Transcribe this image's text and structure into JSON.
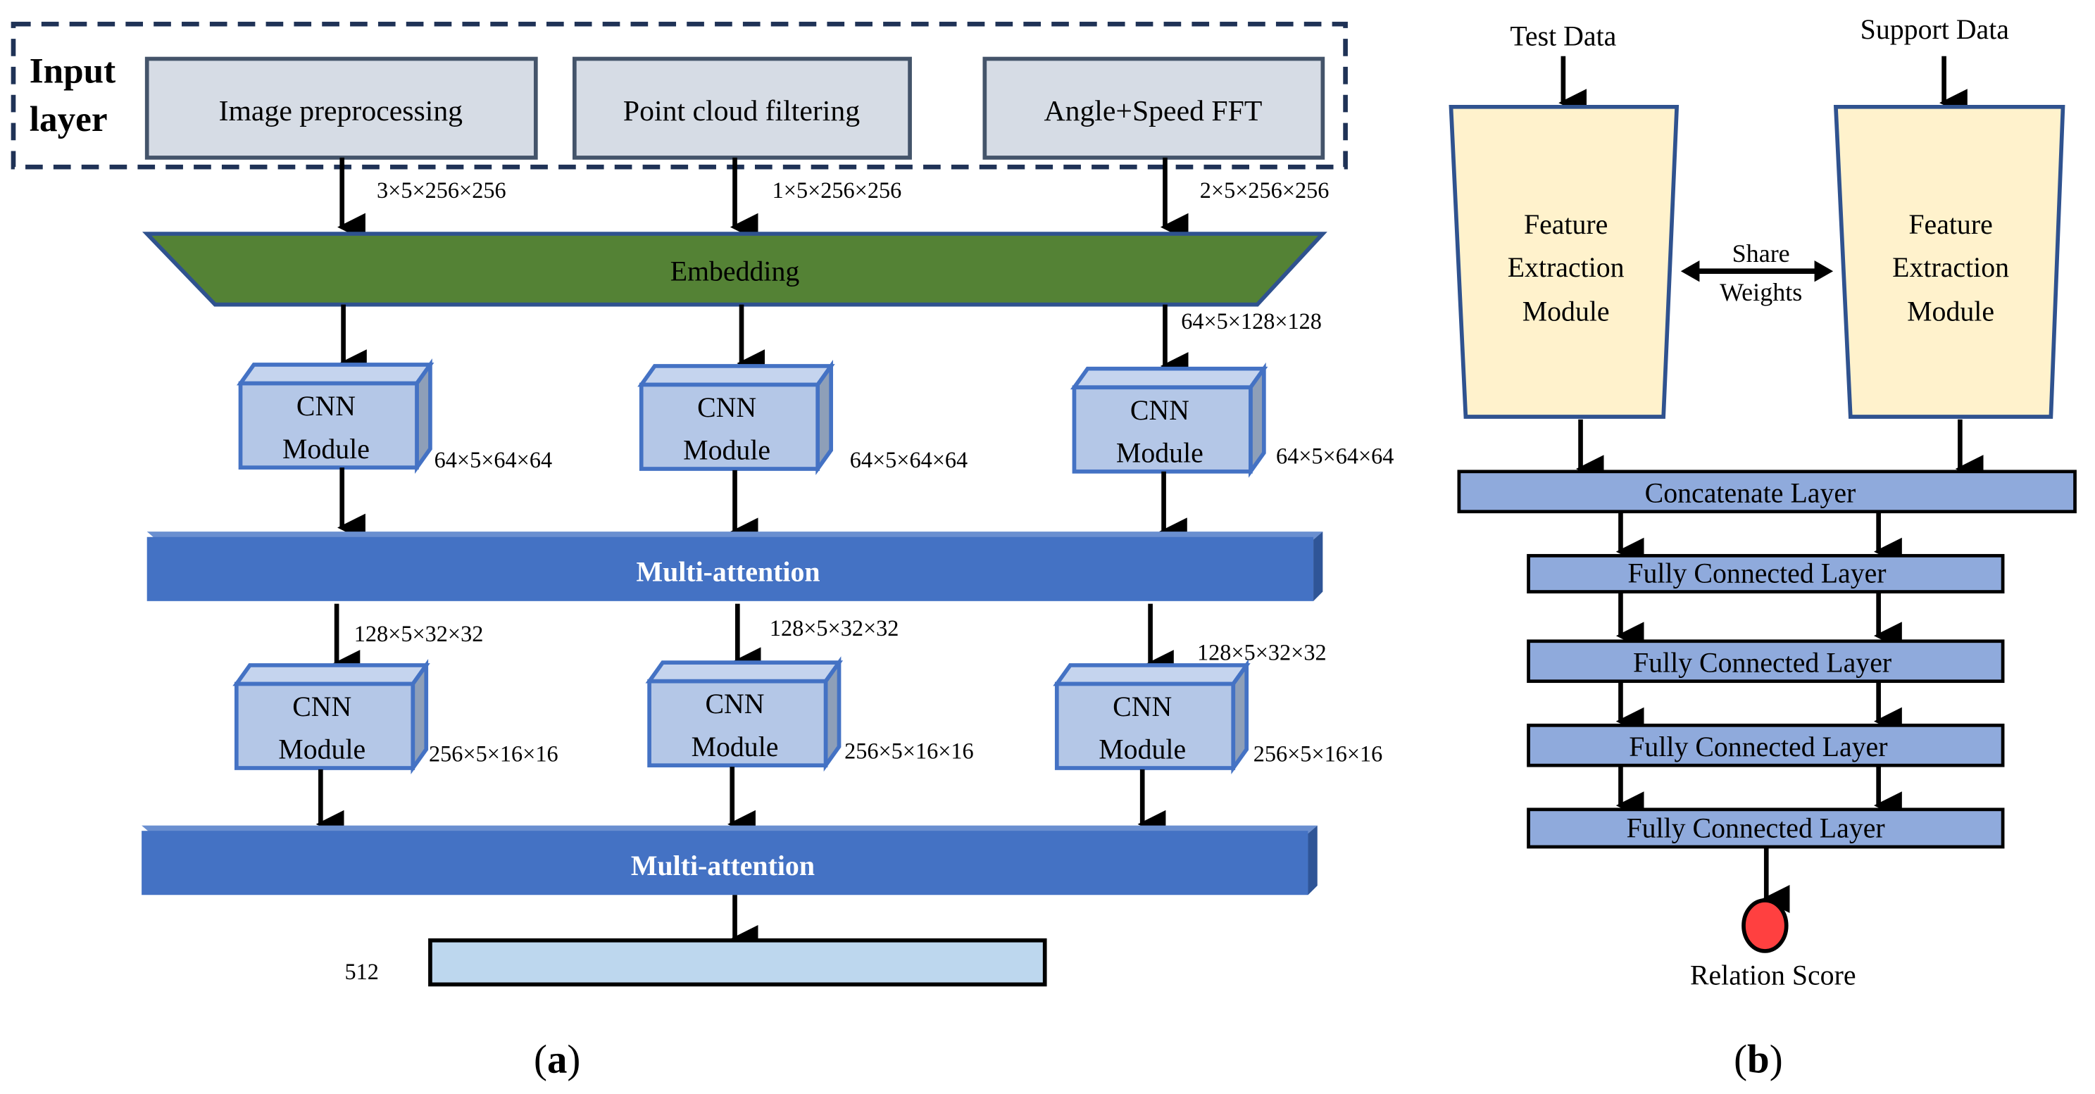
{
  "panel_a": {
    "input_layer": {
      "label_line1": "Input",
      "label_line2": "layer",
      "boxes": [
        "Image preprocessing",
        "Point cloud filtering",
        "Angle+Speed FFT"
      ],
      "dims": [
        "3×5×256×256",
        "1×5×256×256",
        "2×5×256×256"
      ]
    },
    "embedding": {
      "label": "Embedding",
      "out_dim": "64×5×128×128"
    },
    "cnn_row1": {
      "line1": "CNN",
      "line2": "Module",
      "dims": [
        "64×5×64×64",
        "64×5×64×64",
        "64×5×64×64"
      ]
    },
    "attention1": {
      "label": "Multi-attention",
      "dims": [
        "128×5×32×32",
        "128×5×32×32",
        "128×5×32×32"
      ]
    },
    "cnn_row2": {
      "line1": "CNN",
      "line2": "Module",
      "dims": [
        "256×5×16×16",
        "256×5×16×16",
        "256×5×16×16"
      ]
    },
    "attention2": {
      "label": "Multi-attention"
    },
    "output": {
      "dim": "512"
    },
    "caption": "(a)"
  },
  "panel_b": {
    "inputs": [
      "Test Data",
      "Support Data"
    ],
    "feature_module": {
      "line1": "Feature",
      "line2": "Extraction",
      "line3": "Module"
    },
    "share": {
      "line1": "Share",
      "line2": "Weights"
    },
    "concat": "Concatenate Layer",
    "fc_layers": [
      "Fully Connected Layer",
      "Fully Connected Layer",
      "Fully Connected Layer",
      "Fully Connected Layer"
    ],
    "output": "Relation Score",
    "caption": "(b)"
  },
  "colors": {
    "input_box": "#d6dce5",
    "embedding": "#548235",
    "cnn_face": "#b4c7e7",
    "attention": "#4472c4",
    "output_bar": "#bdd7ee",
    "feature_module": "#fff2cc",
    "fc_layer": "#8faadc",
    "relation_score": "#ff4040"
  }
}
